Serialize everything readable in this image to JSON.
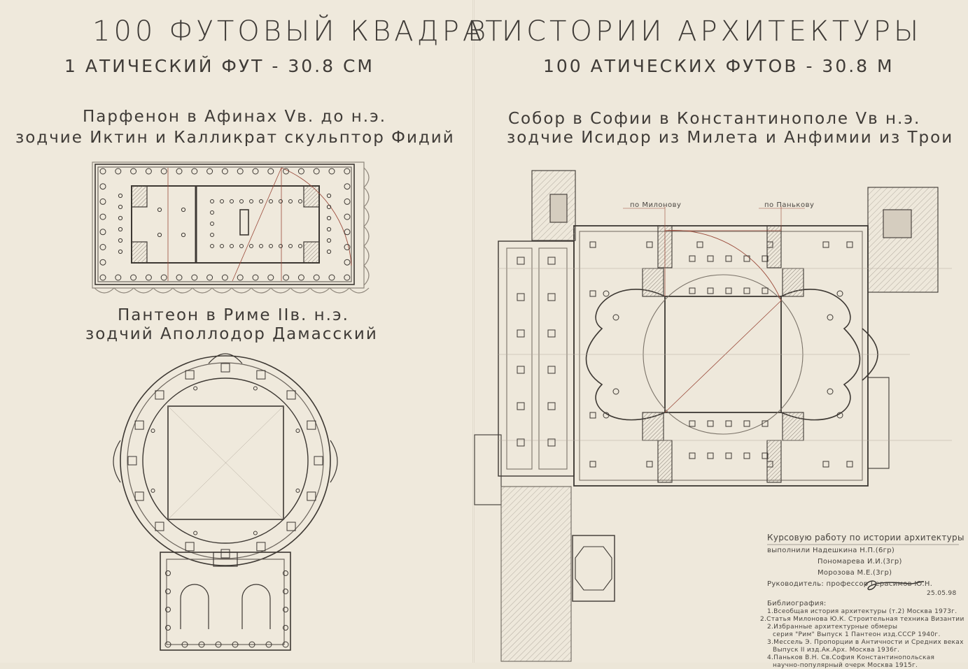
{
  "title_left": "100 ФУТОВЫЙ КВАДРАТ",
  "title_right": "В ИСТОРИИ АРХИТЕКТУРЫ",
  "subtitle_left": "1 АТИЧЕСКИЙ ФУТ - 30.8 СМ",
  "subtitle_right": "100 АТИЧЕСКИХ ФУТОВ - 30.8 М",
  "parthenon": {
    "line1": "Парфенон в Афинах Vв. до н.э.",
    "line2": "зодчие Иктин и Калликрат   скульптор Фидий"
  },
  "pantheon": {
    "line1": "Пантеон в Риме IIв. н.э.",
    "line2": "зодчий Аполлодор Дамасский"
  },
  "sophia": {
    "line1": "Собор  в Софии в Константинополе Vв н.э.",
    "line2": "зодчие Исидор из Милета и Анфимии из Трои"
  },
  "plan_notes": {
    "left_label": "по Милонову",
    "right_label": "по Панькову"
  },
  "credits": {
    "line1": "Курсовую работу по истории архитектуры",
    "line2": "выполнили  Надешкина Н.П.(6гр)",
    "line3": "Пономарева И.И.(3гр)",
    "line4": "Морозова М.Е.(3гр)",
    "line5": "Руководитель: профессор Герасимов Ю.Н.",
    "date": "25.05.98"
  },
  "bibliography": {
    "heading": "Библиография:",
    "items": [
      "1.Всеобщая история архитектуры (т.2) Москва 1973г.",
      "2.Статья Милонова Ю.К. Строительная техника Византии",
      "2.Избранные архитектурные обмеры",
      "серия \"Рим\" Выпуск 1 Пантеон   изд.СССР 1940г.",
      "3.Мессель Э. Пропорции в Античности и Средних веках",
      "Выпуск II    изд.Ак.Арх.    Москва 1936г.",
      "4.Паньков В.Н. Св.София Константинопольская",
      "научно-популярный очерк    Москва 1915г."
    ]
  },
  "colors": {
    "ink": "#4a4540",
    "red_line": "#9a4a3a",
    "paper": "#efe9dc"
  }
}
